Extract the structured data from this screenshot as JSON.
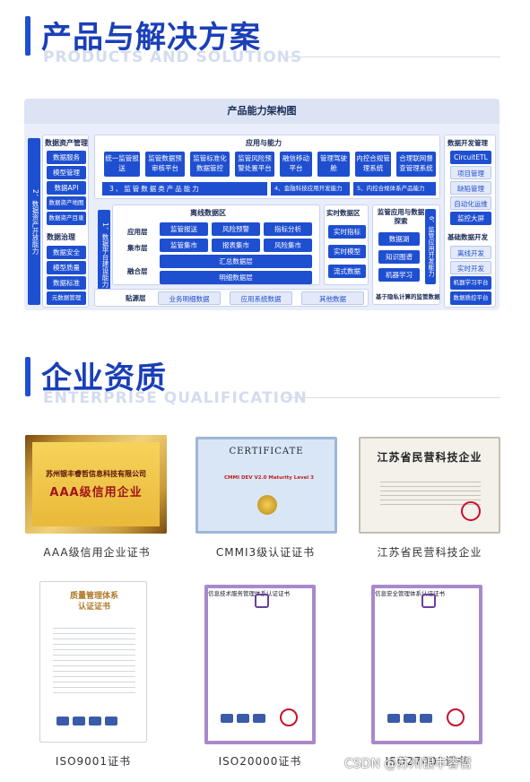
{
  "sections": {
    "products": {
      "title_zh": "产品与解决方案",
      "title_en": "PRODUCTS AND SOLUTIONS"
    },
    "qualification": {
      "title_zh": "企业资质",
      "title_en": "ENTERPRISE QUALIFICATION"
    }
  },
  "architecture": {
    "title": "产品能力架构图",
    "left_col": {
      "vertical_label": "2、数据资产开放能力",
      "group1": {
        "title": "数据资产管理",
        "items": [
          "数据服务",
          "模型管理",
          "数据API",
          "数据资产地图",
          "数据资产目录"
        ]
      },
      "group2": {
        "title": "数据治理",
        "items": [
          "数据安全",
          "模型质量",
          "数据标准",
          "元数据管理"
        ]
      }
    },
    "app": {
      "title": "应用与能力",
      "items": [
        "统一监管报送",
        "监管数据预审核平台",
        "监管标准化数据管控",
        "监管风险预警处置平台",
        "融信移动平台",
        "管理驾驶舱",
        "内控合规管理系统",
        "合理联网督查管理系统"
      ],
      "band1": "3、监管数据类产品能力",
      "band2": "4、金融科技应用开发能力",
      "band3": "5、内控合规体系产品能力"
    },
    "offline": {
      "title": "离线数据区",
      "vertical_label": "1、数据平台建设能力",
      "row_labels": [
        "应用层",
        "集市层",
        "融合层"
      ],
      "row1": [
        "监管报送",
        "风险预警",
        "指标分析"
      ],
      "row2": [
        "监管集市",
        "报表集市",
        "风险集市"
      ],
      "row3": "汇总数据层",
      "row4": "明细数据层"
    },
    "realtime": {
      "title": "实时数据区",
      "items": [
        "实时指标",
        "实时模型",
        "流式数据"
      ]
    },
    "regulatory": {
      "title": "监管应用与数据探索",
      "items": [
        "数据湖",
        "知识图谱",
        "机器学习"
      ],
      "vertical_label": "6、监管应用开发能力",
      "footer": "基于隐私计算的监管数据"
    },
    "source": {
      "label": "贴源层",
      "items": [
        "业务明细数据",
        "应用系统数据",
        "其他数据"
      ]
    },
    "right_col": {
      "group1": {
        "title": "数据开发管理",
        "items": [
          "CircuitETL",
          "项目管理",
          "缺陷管理",
          "自动化运维",
          "监控大屏"
        ]
      },
      "group2": {
        "title": "基础数据开发",
        "items": [
          "离线开发",
          "实时开发",
          "机器学习平台",
          "数据质控平台"
        ]
      }
    }
  },
  "certificates": [
    {
      "caption": "AAA级信用企业证书",
      "company": "苏州银丰睿哲信息科技有限公司",
      "seal_text": "AAA级信用企业",
      "kind": "gold"
    },
    {
      "caption": "CMMI3级认证证书",
      "header": "CERTIFICATE",
      "kind": "cmmi"
    },
    {
      "caption": "江苏省民营科技企业",
      "header": "江苏省民营科技企业",
      "kind": "jiangsu"
    },
    {
      "caption": "ISO9001证书",
      "header": "质量管理体系认证证书",
      "kind": "iso9001"
    },
    {
      "caption": "ISO20000证书",
      "header": "信息技术服务管理体系认证证书",
      "kind": "purple"
    },
    {
      "caption": "ISO27001证书",
      "header": "信息安全管理体系认证证书",
      "kind": "purple"
    }
  ],
  "watermark": "CSDN @苏州银丰睿哲"
}
